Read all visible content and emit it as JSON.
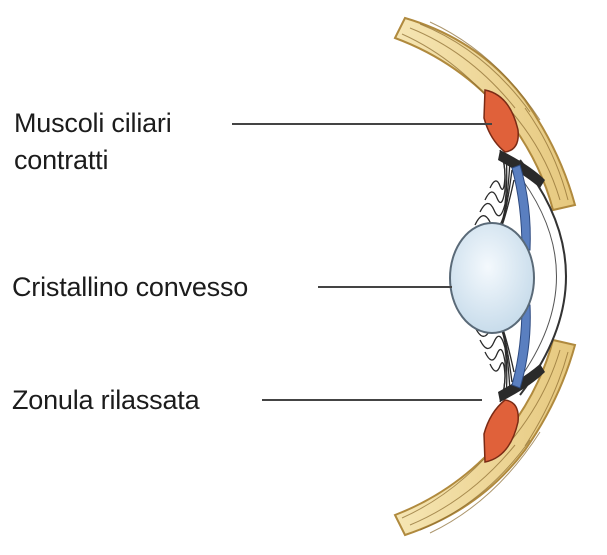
{
  "labels": {
    "muscoli_line1": "Muscoli ciliari",
    "muscoli_line2": "contratti",
    "cristallino": "Cristallino convesso",
    "zonula": "Zonula rilassata"
  },
  "colors": {
    "sclera": "#f1dca2",
    "sclera_edge": "#b08a3e",
    "ciliary_muscle": "#e0613a",
    "lens": "#dbe8f2",
    "iris": "#5a7fc0",
    "zonule_fibers": "#2a2a2a",
    "leader_line": "#444444",
    "text": "#1c1c1c"
  }
}
